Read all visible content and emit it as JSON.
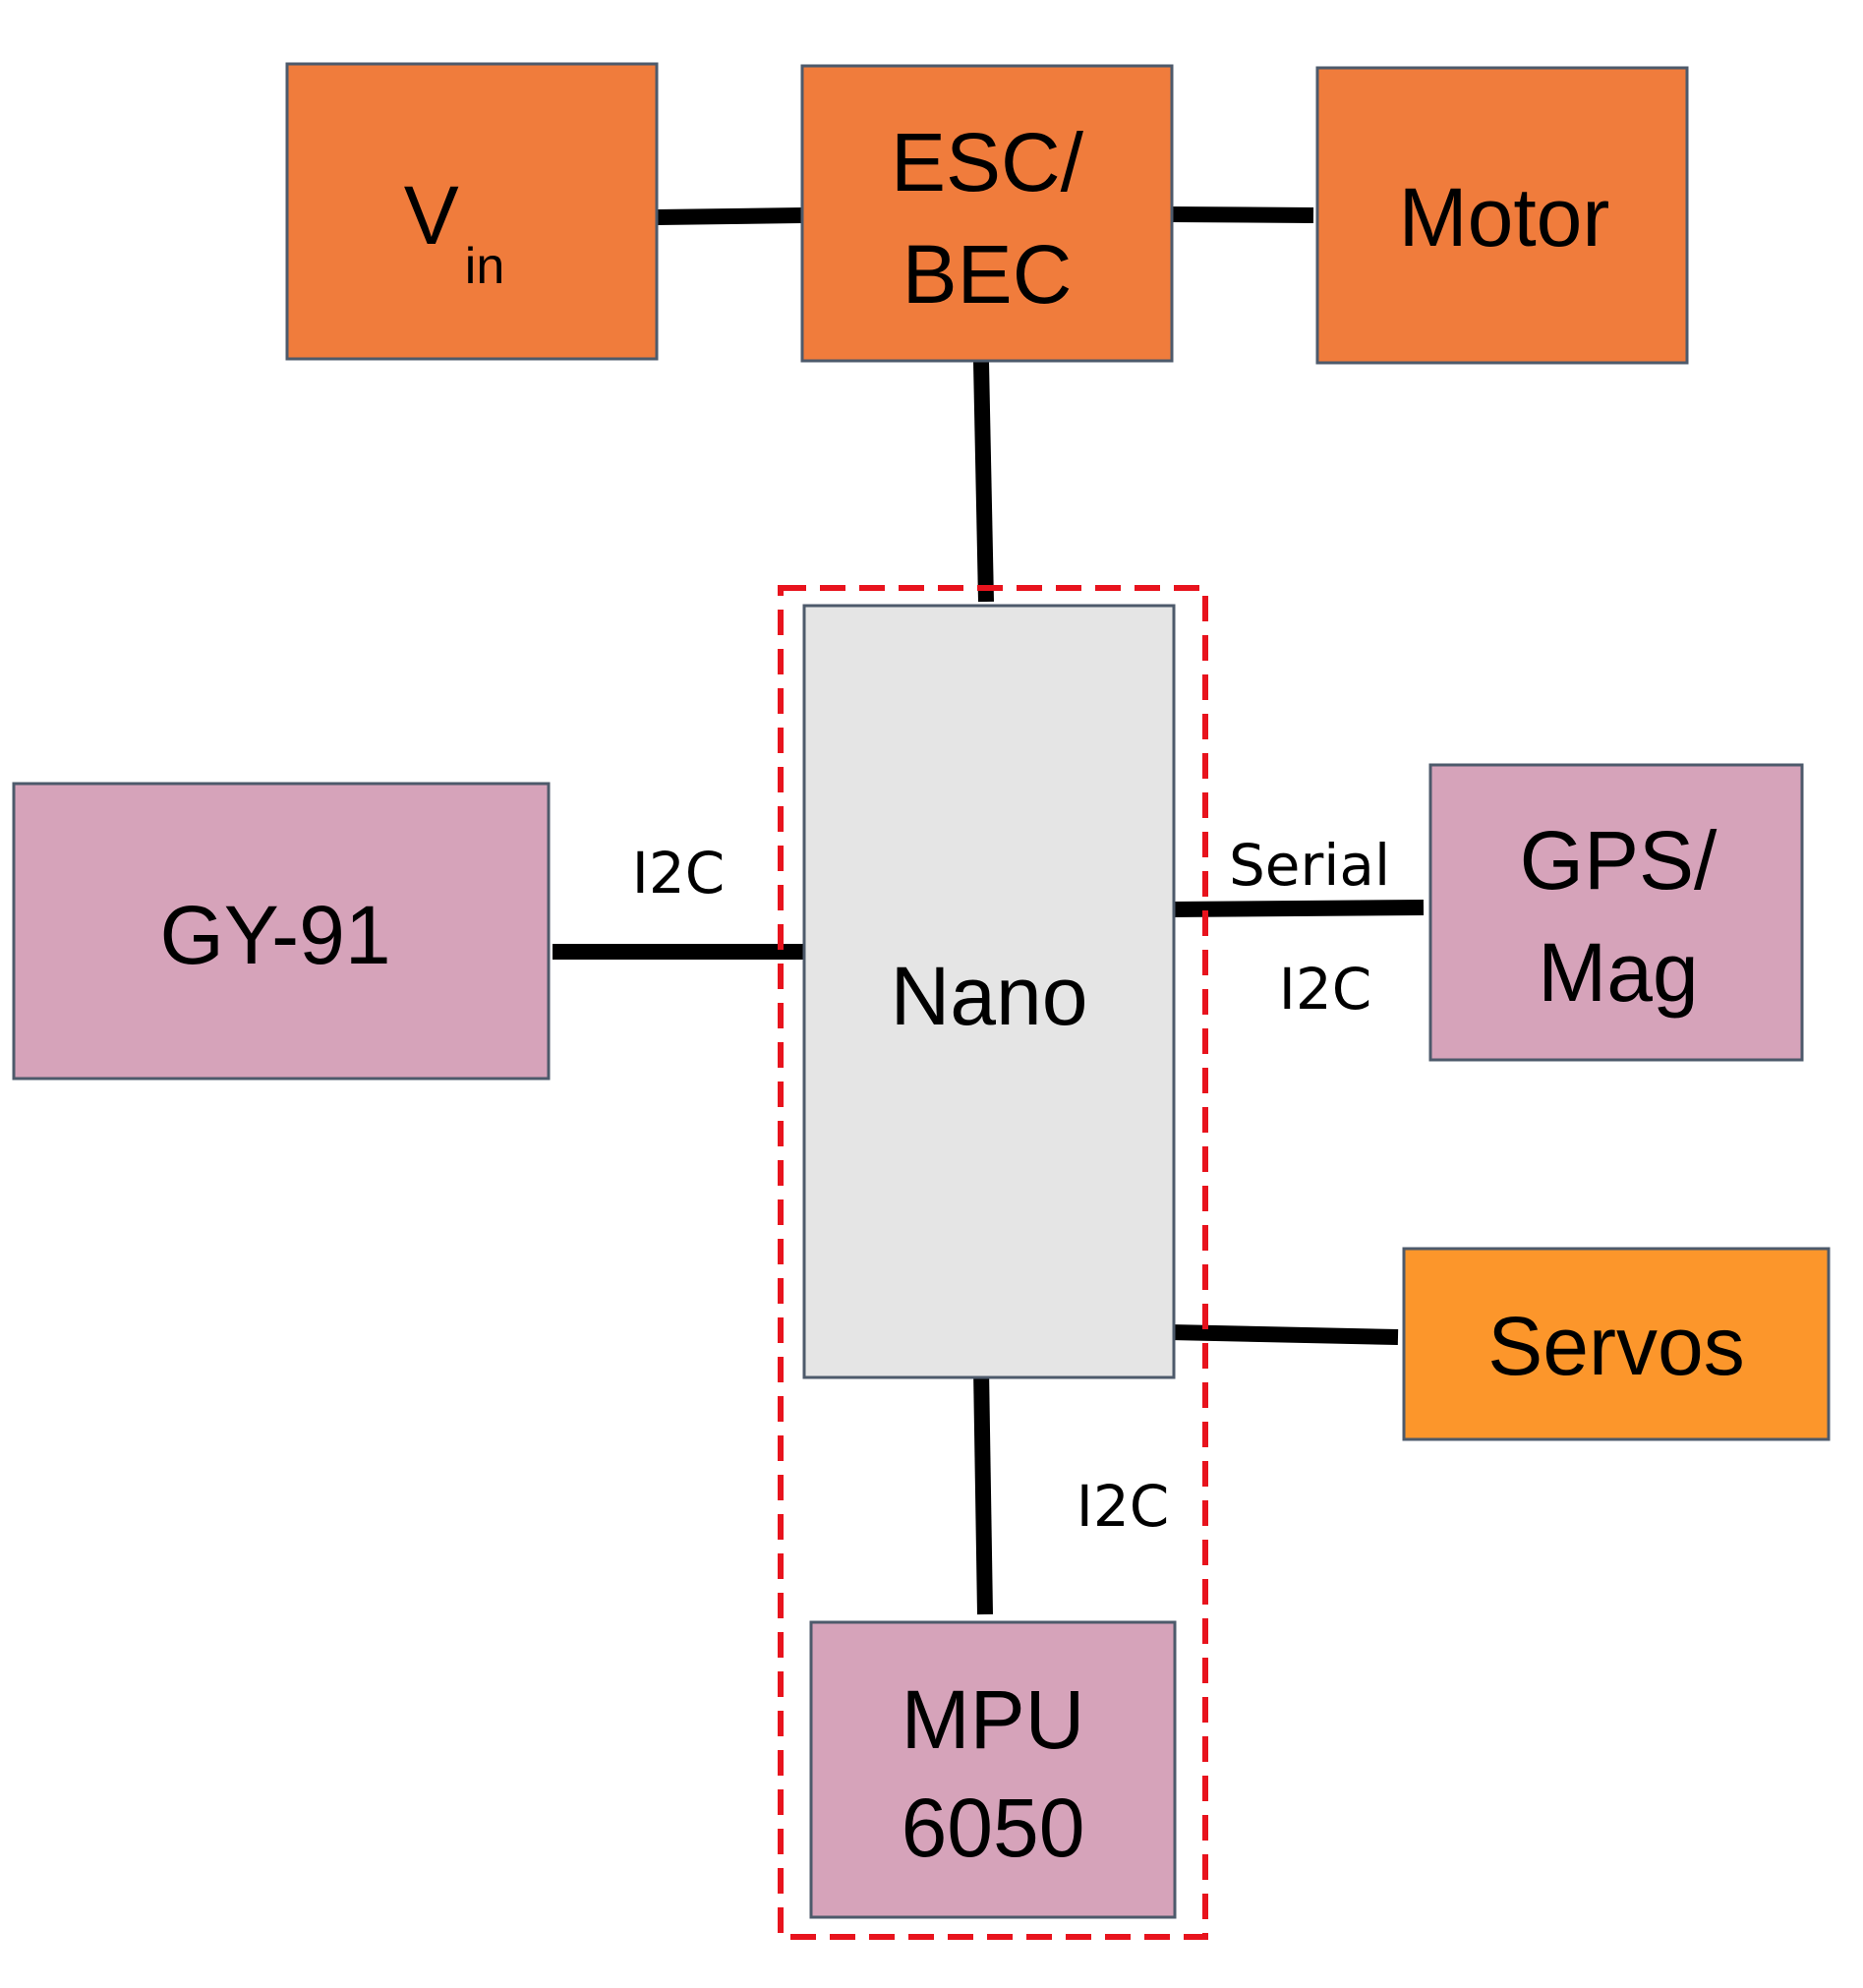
{
  "colors": {
    "orange": "#F07C3C",
    "servo_orange": "#FC962B",
    "pink": "#D6A3BA",
    "nano_gray": "#E5E5E5",
    "border": "#4D5A6B",
    "wire": "#000000",
    "dash": "#E8131D"
  },
  "blocks": {
    "vin": {
      "main": "V",
      "sub": "in"
    },
    "esc": {
      "line1": "ESC/",
      "line2": "BEC"
    },
    "motor": {
      "label": "Motor"
    },
    "nano": {
      "label": "Nano"
    },
    "gy91": {
      "label": "GY-91"
    },
    "gps": {
      "line1": "GPS/",
      "line2": "Mag"
    },
    "servos": {
      "label": "Servos"
    },
    "mpu": {
      "line1": "MPU",
      "line2": "6050"
    }
  },
  "connections": {
    "gy91_nano": "I2C",
    "gps_serial": "Serial",
    "gps_i2c": "I2C",
    "nano_mpu": "I2C"
  }
}
